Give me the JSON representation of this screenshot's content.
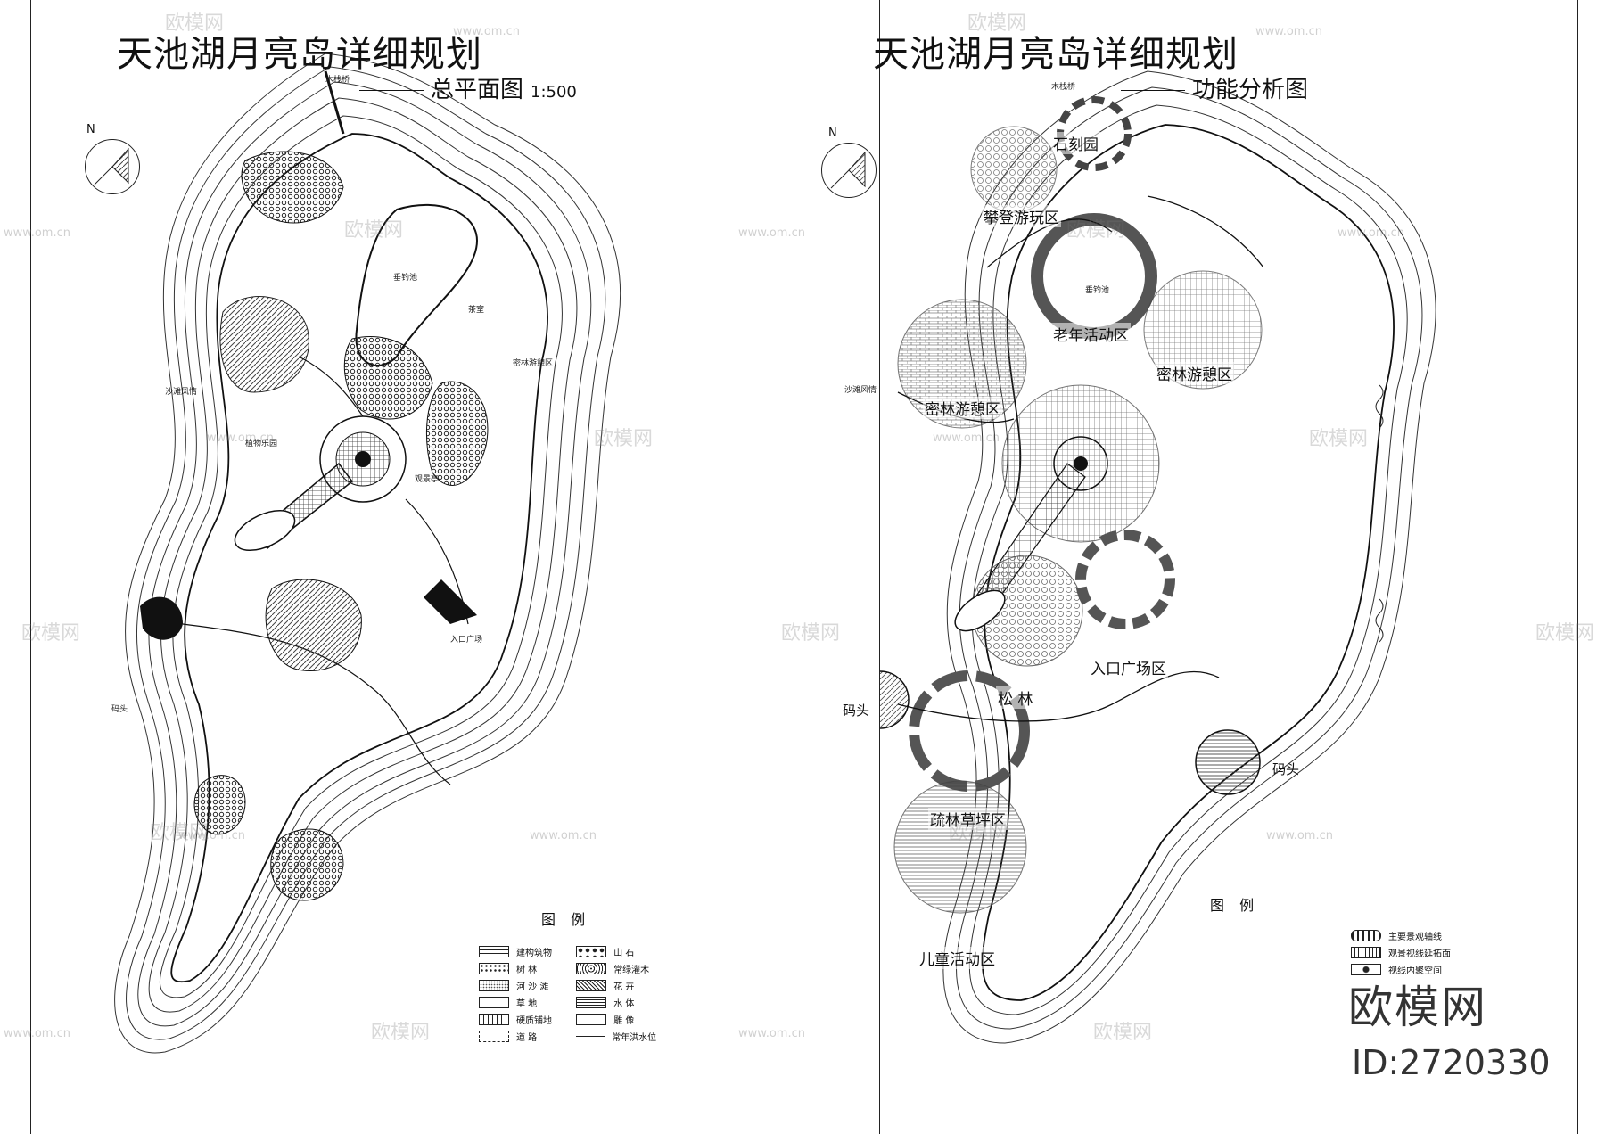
{
  "left": {
    "title": "天池湖月亮岛详细规划",
    "subtitle": "总平面图",
    "scale": "1:500",
    "north": "N",
    "labels": {
      "bridge": "木栈桥",
      "lake": "垂钓池",
      "beach": "沙滩风情",
      "dock": "码头",
      "entrance": "入口广场",
      "rest": "密林游憩区",
      "teahouse": "茶室",
      "pavilion": "观景亭",
      "garden": "植物乐园"
    },
    "legend_title": "图  例",
    "legend": [
      {
        "label": "建构筑物",
        "swatch": "build"
      },
      {
        "label": "树    林",
        "swatch": "forest"
      },
      {
        "label": "河 沙 滩",
        "swatch": "sand"
      },
      {
        "label": "草    地",
        "swatch": "grass"
      },
      {
        "label": "硬质铺地",
        "swatch": "pave"
      },
      {
        "label": "道    路",
        "swatch": "road"
      },
      {
        "label": "山    石",
        "swatch": "rock"
      },
      {
        "label": "常绿灌木",
        "swatch": "shrub"
      },
      {
        "label": "花    卉",
        "swatch": "flower"
      },
      {
        "label": "水    体",
        "swatch": "water"
      },
      {
        "label": "雕    像",
        "swatch": "statue"
      },
      {
        "label": "常年洪水位",
        "swatch": "line"
      }
    ]
  },
  "right": {
    "title": "天池湖月亮岛详细规划",
    "subtitle": "功能分析图",
    "north": "N",
    "zones": {
      "stone": "石刻园",
      "climb": "攀登游玩区",
      "elder": "老年活动区",
      "forest_left": "密林游憩区",
      "forest_right": "密林游憩区",
      "entrance": "入口广场区",
      "pine": "松  林",
      "lawn": "疏林草坪区",
      "children": "儿童活动区"
    },
    "docks": [
      "码头",
      "码头"
    ],
    "small_labels": {
      "bridge": "木栈桥",
      "lake": "垂钓池",
      "beach": "沙滩风情"
    },
    "legend_title": "图  例",
    "legend": [
      {
        "label": "主要景观轴线",
        "swatch": "axis"
      },
      {
        "label": "观景视线延拓面",
        "swatch": "wave"
      },
      {
        "label": "视线内聚空间",
        "swatch": "node"
      }
    ]
  },
  "watermark": {
    "text": "欧模网",
    "url": "www.om.cn",
    "brand": "欧模网",
    "id": "ID:2720330"
  }
}
